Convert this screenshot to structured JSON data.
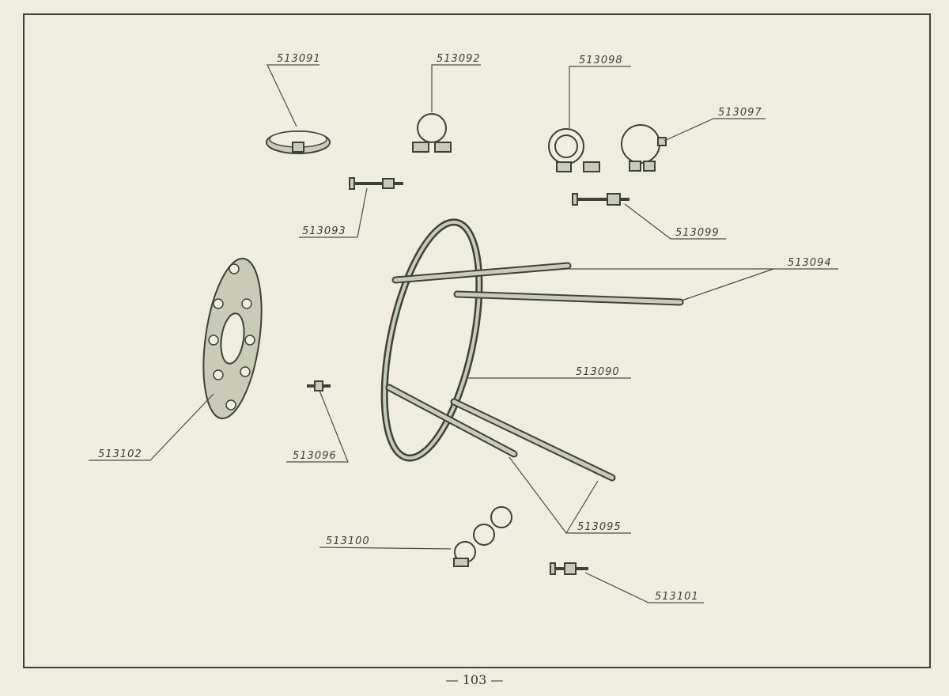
{
  "page_number": "— 103 —",
  "parts": {
    "p513091": "513091",
    "p513092": "513092",
    "p513098": "513098",
    "p513097": "513097",
    "p513093": "513093",
    "p513099": "513099",
    "p513094": "513094",
    "p513090": "513090",
    "p513102": "513102",
    "p513096": "513096",
    "p513095": "513095",
    "p513100": "513100",
    "p513101": "513101"
  },
  "colors": {
    "paper": "#efeedd",
    "ink": "#3d4238",
    "part_fill": "#c9cbb4"
  }
}
